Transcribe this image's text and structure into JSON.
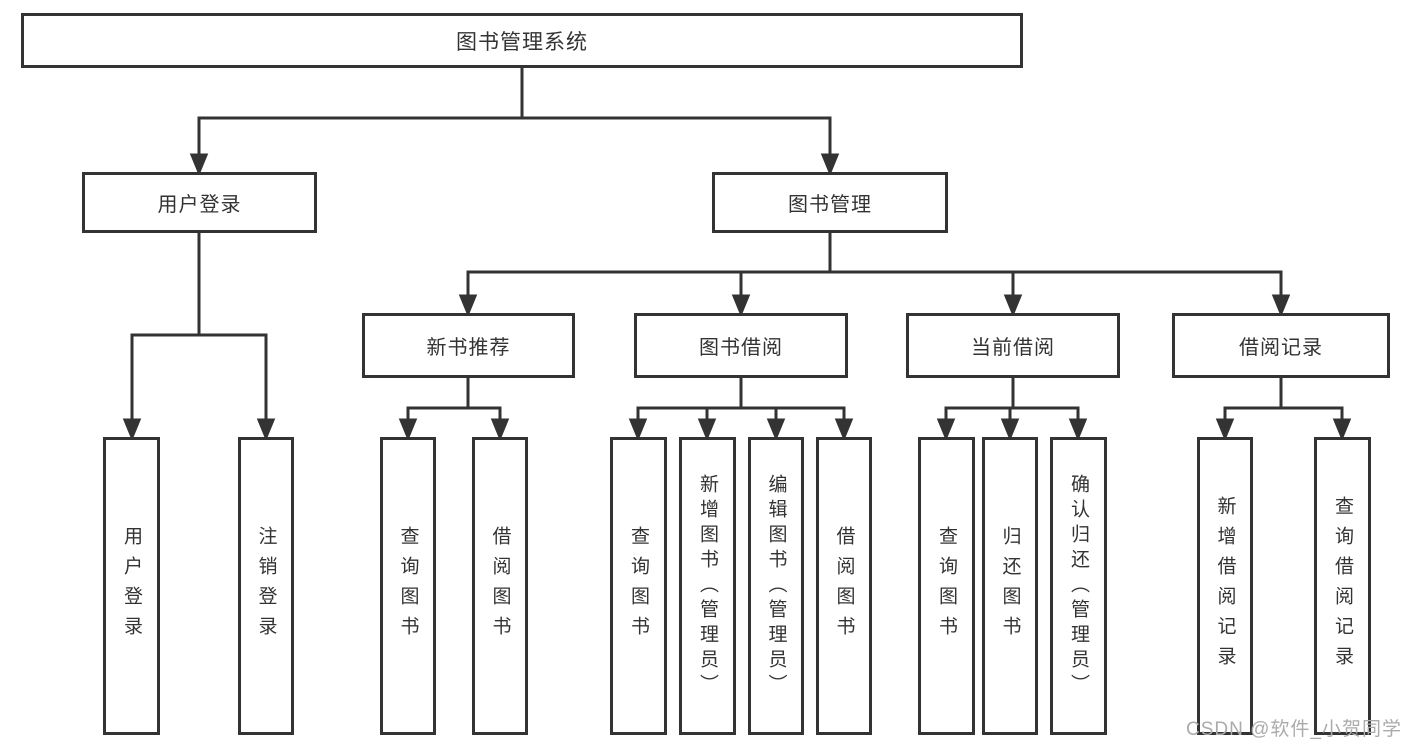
{
  "diagram": {
    "root": "图书管理系统",
    "branches": [
      {
        "label": "用户登录",
        "children": [
          {
            "label": "用户登录"
          },
          {
            "label": "注销登录"
          }
        ]
      },
      {
        "label": "图书管理",
        "children": [
          {
            "label": "新书推荐",
            "children": [
              {
                "label": "查询图书"
              },
              {
                "label": "借阅图书"
              }
            ]
          },
          {
            "label": "图书借阅",
            "children": [
              {
                "label": "查询图书"
              },
              {
                "label": "新增图书（管理员）"
              },
              {
                "label": "编辑图书（管理员）"
              },
              {
                "label": "借阅图书"
              }
            ]
          },
          {
            "label": "当前借阅",
            "children": [
              {
                "label": "查询图书"
              },
              {
                "label": "归还图书"
              },
              {
                "label": "确认归还（管理员）"
              }
            ]
          },
          {
            "label": "借阅记录",
            "children": [
              {
                "label": "新增借阅记录"
              },
              {
                "label": "查询借阅记录"
              }
            ]
          }
        ]
      }
    ]
  },
  "watermark": "CSDN @软件_小贺同学",
  "colors": {
    "line": "#333333",
    "box_border": "#333333",
    "box_fill": "#ffffff",
    "text": "#333333",
    "watermark": "#ababab",
    "background": "#ffffff"
  }
}
